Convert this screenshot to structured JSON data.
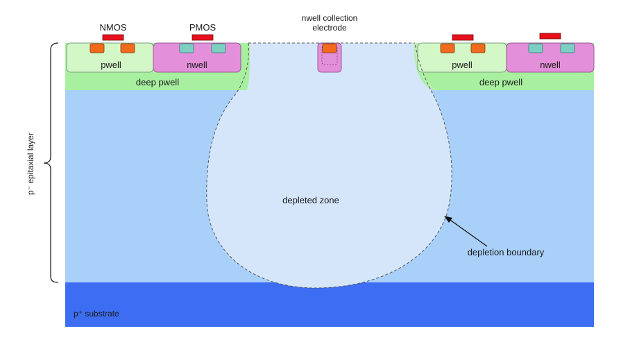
{
  "labels": {
    "nmos": "NMOS",
    "pmos": "PMOS",
    "collection_line1": "nwell collection",
    "collection_line2": "electrode",
    "pwell_left": "pwell",
    "nwell_left": "nwell",
    "deep_pwell_left": "deep pwell",
    "pwell_right": "pwell",
    "nwell_right": "nwell",
    "deep_pwell_right": "deep pwell",
    "epitaxial_layer": "p⁻ epitaxial layer",
    "depleted_zone": "depleted zone",
    "depletion_boundary": "depletion boundary",
    "substrate": "p⁺ substrate"
  },
  "colors": {
    "epitaxial": "#a9d0f9",
    "substrate": "#3d6df2",
    "depleted": "#d5e6fb",
    "deep_pwell": "#a8f0a0",
    "pwell": "#d4f7c8",
    "nwell": "#e38fd9",
    "gate": "#e8101a",
    "n_diffusion": "#f26b1d",
    "p_diffusion": "#7ccfc2"
  }
}
